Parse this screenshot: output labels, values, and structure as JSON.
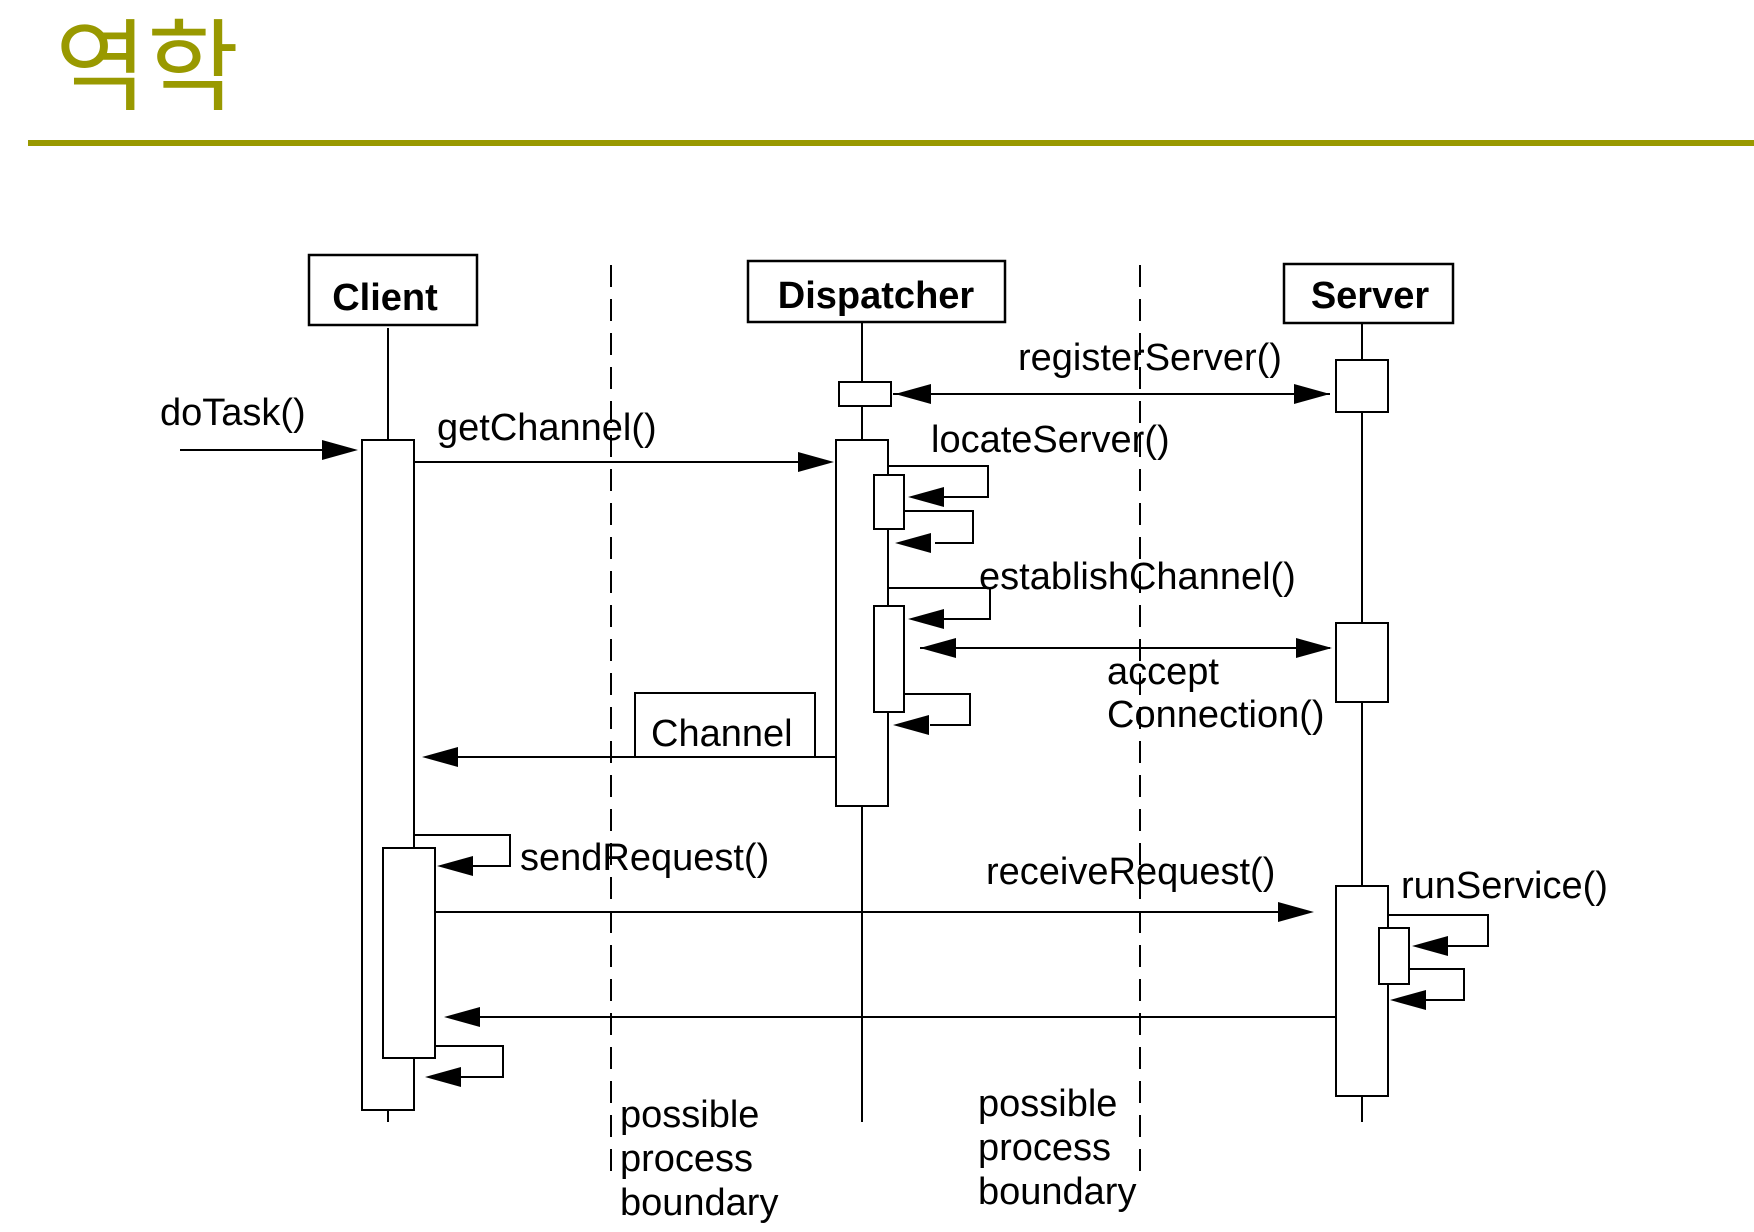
{
  "slide": {
    "title": "역학",
    "accent_color": "#999900"
  },
  "diagram": {
    "objects": {
      "client": "Client",
      "dispatcher": "Dispatcher",
      "server": "Server"
    },
    "messages": {
      "do_task": "doTask()",
      "get_channel": "getChannel()",
      "register_server": "registerServer()",
      "locate_server": "locateServer()",
      "establish_channel": "establishChannel()",
      "accept_connection_line1": "accept",
      "accept_connection_line2": "Connection()",
      "channel": "Channel",
      "send_request": "sendRequest()",
      "receive_request": "receiveRequest()",
      "run_service": "runService()"
    },
    "boundaries": {
      "left": [
        "possible",
        "process",
        "boundary"
      ],
      "right": [
        "possible",
        "process",
        "boundary"
      ]
    }
  }
}
